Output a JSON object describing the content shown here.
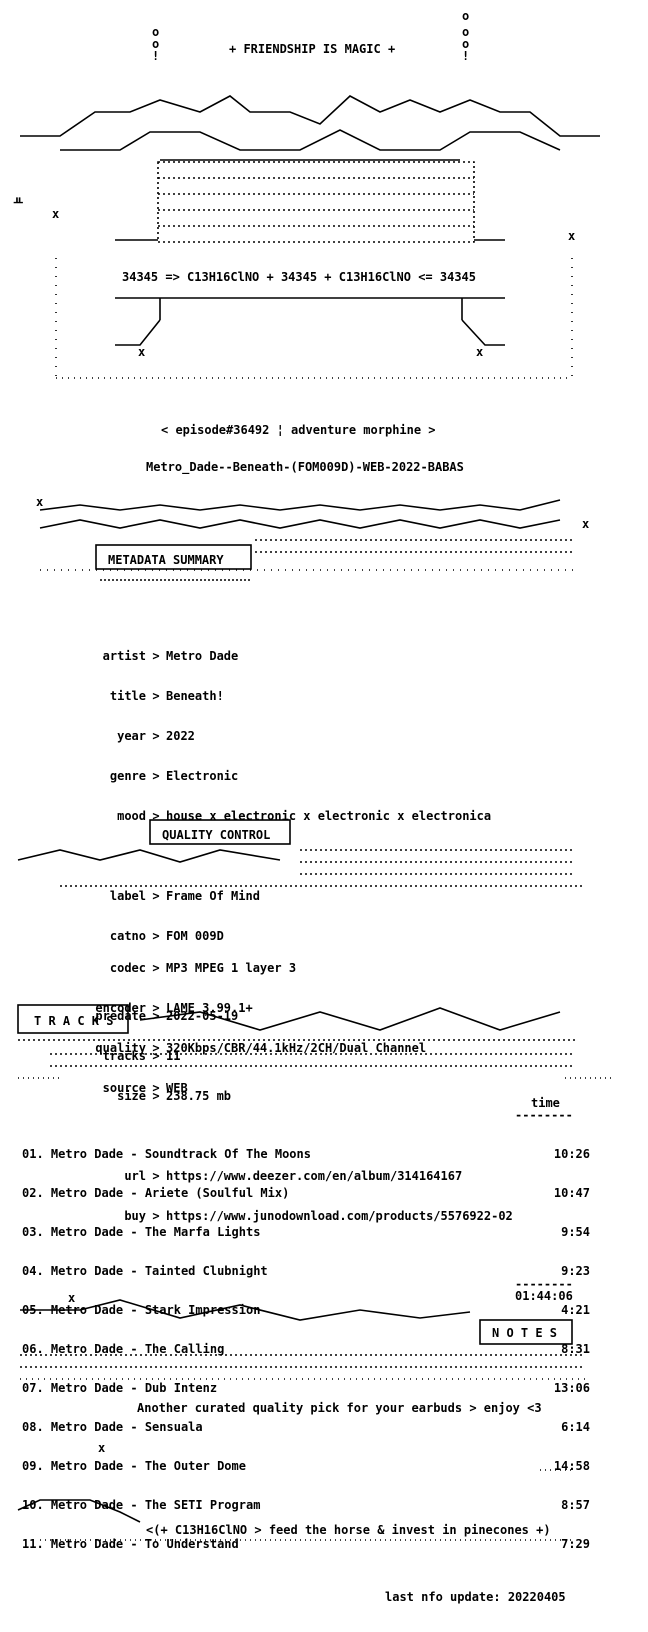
{
  "header": {
    "title": "+ FRIENDSHIP IS MAGIC +",
    "chem_line": "34345 => C13H16ClNO + 34345 + C13H16ClNO <= 34345",
    "episode": "< episode#36492 ¦ adventure morphine >",
    "release": "Metro_Dade--Beneath-(FOM009D)-WEB-2022-BABAS"
  },
  "sections": {
    "metadata_title": "METADATA SUMMARY",
    "quality_title": "QUALITY CONTROL",
    "tracks_title": "T R A C K S",
    "notes_title": "N O T E S"
  },
  "metadata": [
    {
      "key": "artist",
      "value": "Metro Dade"
    },
    {
      "key": "title",
      "value": "Beneath!"
    },
    {
      "key": "year",
      "value": "2022"
    },
    {
      "key": "genre",
      "value": "Electronic"
    },
    {
      "key": "mood",
      "value": "house x electronic x electronic x electronica"
    },
    {
      "key": "label",
      "value": "Frame Of Mind"
    },
    {
      "key": "catno",
      "value": "FOM 009D"
    },
    {
      "key": "predate",
      "value": "2022-05-19"
    },
    {
      "key": "tracks",
      "value": "11"
    },
    {
      "key": "size",
      "value": "238.75 mb"
    },
    {
      "key": "url",
      "value": "https://www.deezer.com/en/album/314164167"
    },
    {
      "key": "buy",
      "value": "https://www.junodownload.com/products/5576922-02"
    }
  ],
  "quality": [
    {
      "key": "codec",
      "value": "MP3 MPEG 1 layer 3"
    },
    {
      "key": "encoder",
      "value": "LAME 3.99.1+"
    },
    {
      "key": "quality",
      "value": "320Kbps/CBR/44.1kHz/2CH/Dual Channel"
    },
    {
      "key": "source",
      "value": "WEB"
    }
  ],
  "tracks": {
    "time_header": "time",
    "rule": "--------",
    "items": [
      {
        "name": "01. Metro Dade - Soundtrack Of The Moons",
        "time": "10:26"
      },
      {
        "name": "02. Metro Dade - Ariete (Soulful Mix)",
        "time": "10:47"
      },
      {
        "name": "03. Metro Dade - The Marfa Lights",
        "time": "9:54"
      },
      {
        "name": "04. Metro Dade - Tainted Clubnight",
        "time": "9:23"
      },
      {
        "name": "05. Metro Dade - Stark Impression",
        "time": "4:21"
      },
      {
        "name": "06. Metro Dade - The Calling",
        "time": "8:31"
      },
      {
        "name": "07. Metro Dade - Dub Intenz",
        "time": "13:06"
      },
      {
        "name": "08. Metro Dade - Sensuala",
        "time": "6:14"
      },
      {
        "name": "09. Metro Dade - The Outer Dome",
        "time": "14:58"
      },
      {
        "name": "10. Metro Dade - The SETI Program",
        "time": "8:57"
      },
      {
        "name": "11. Metro Dade - To Understand",
        "time": "7:29"
      }
    ],
    "total": "01:44:06"
  },
  "notes": "Another curated quality pick for your earbuds > enjoy <3",
  "footer": {
    "tagline": "<(+ C13H16ClNO > feed the horse & invest in pinecones +)",
    "update": "last nfo update: 20220405"
  }
}
